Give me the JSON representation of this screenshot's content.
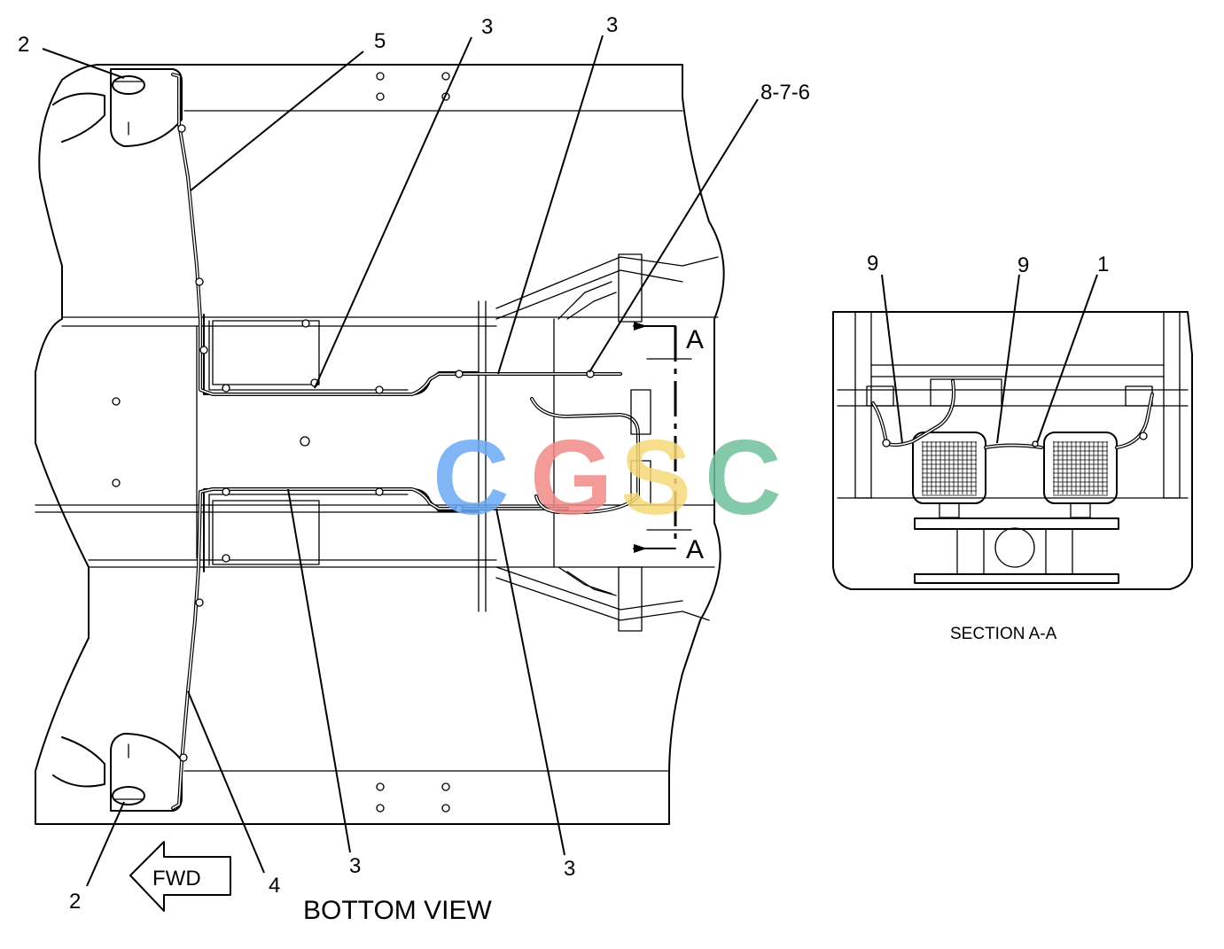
{
  "views": {
    "bottom_title": "BOTTOM VIEW",
    "section_title": "SECTION A-A",
    "fwd_label": "FWD",
    "section_marker": "A"
  },
  "callouts": {
    "c2_top": "2",
    "c5": "5",
    "c3_a": "3",
    "c3_b": "3",
    "c876": "8-7-6",
    "c3_c": "3",
    "c3_d": "3",
    "c4": "4",
    "c2_bottom": "2",
    "c9_left": "9",
    "c9_mid": "9",
    "c1": "1"
  },
  "watermark": {
    "text": "CGSC",
    "letters": [
      "C",
      "G",
      "S",
      "C"
    ],
    "colors": [
      "#6aa8f5",
      "#f08a86",
      "#f6d878",
      "#6ec09a"
    ]
  }
}
